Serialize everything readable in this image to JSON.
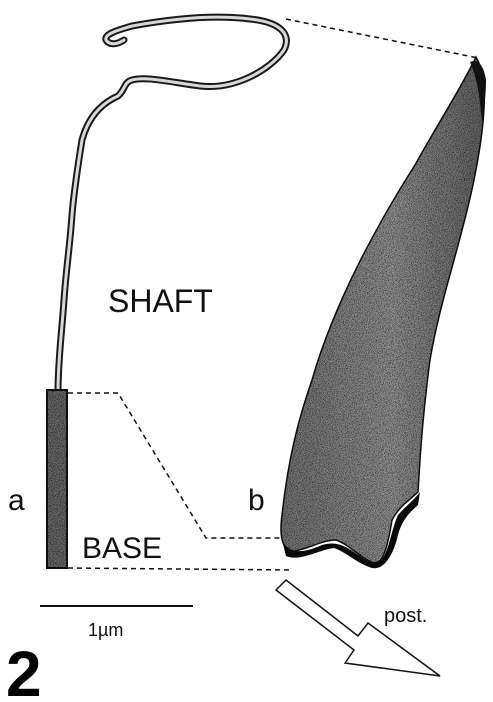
{
  "figure": {
    "number": "2",
    "labels": {
      "panel_a": "a",
      "panel_b": "b",
      "shaft": "SHAFT",
      "base": "BASE",
      "direction": "post."
    },
    "scale_bar": {
      "label": "1µm"
    }
  }
}
